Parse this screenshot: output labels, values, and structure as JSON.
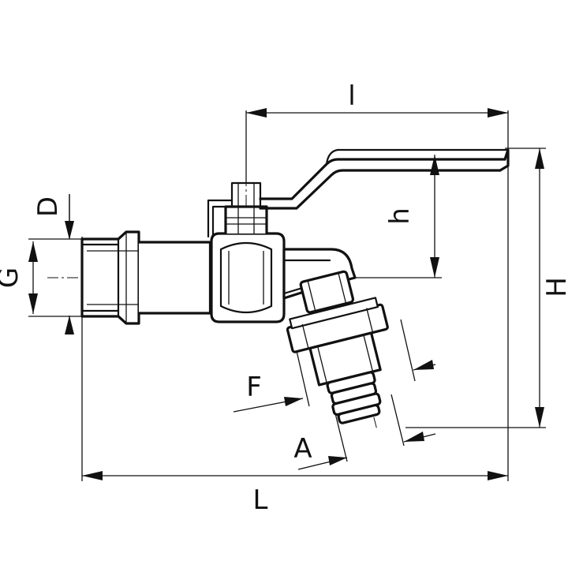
{
  "drawing": {
    "type": "ball valve bib tap technical drawing",
    "line_color": "#111111",
    "background": "#ffffff"
  },
  "dimensions": {
    "l": "l",
    "h": "h",
    "H": "H",
    "L": "L",
    "D": "D",
    "G": "G",
    "F": "F",
    "A": "A"
  }
}
